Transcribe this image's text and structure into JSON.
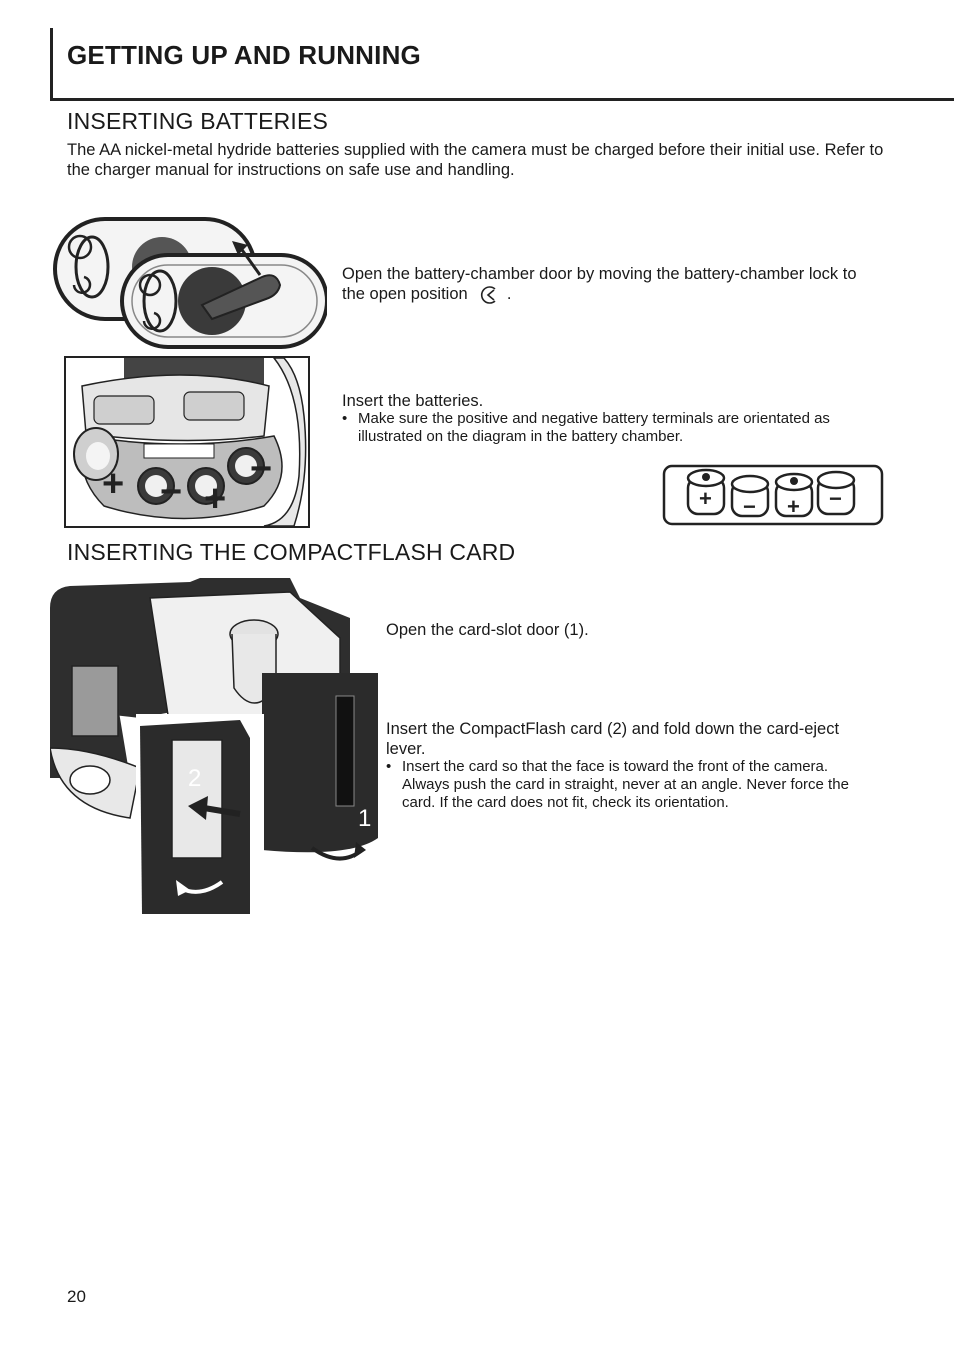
{
  "header": {
    "title": "GETTING UP AND RUNNING"
  },
  "batteries": {
    "title": "INSERTING BATTERIES",
    "intro": "The AA nickel-metal hydride batteries supplied with the camera must be charged before their initial use. Refer to the charger manual for instructions on safe use and handling.",
    "step1_text": "Open the battery-chamber door by moving the battery-chamber lock to the open position",
    "step1_end": ".",
    "step2_text": "Insert the batteries.",
    "step2_bullet": "Make sure the positive and negative battery terminals are orientated as illustrated on the diagram in the battery chamber.",
    "bullet_char": "•",
    "illustration_plus": "+",
    "illustration_minus": "−"
  },
  "compactflash": {
    "title": "INSERTING THE COMPACTFLASH CARD",
    "step1_text": "Open the card-slot door (1).",
    "step2_text": "Insert the CompactFlash card (2) and fold down the card-eject lever.",
    "step2_bullet": "Insert the card so that the face is toward the front of the camera. Always push the card in straight, never at an angle. Never force the card. If the card does not fit, check its orientation.",
    "bullet_char": "•",
    "callout_1": "1",
    "callout_2": "2"
  },
  "page": {
    "number": "20"
  }
}
